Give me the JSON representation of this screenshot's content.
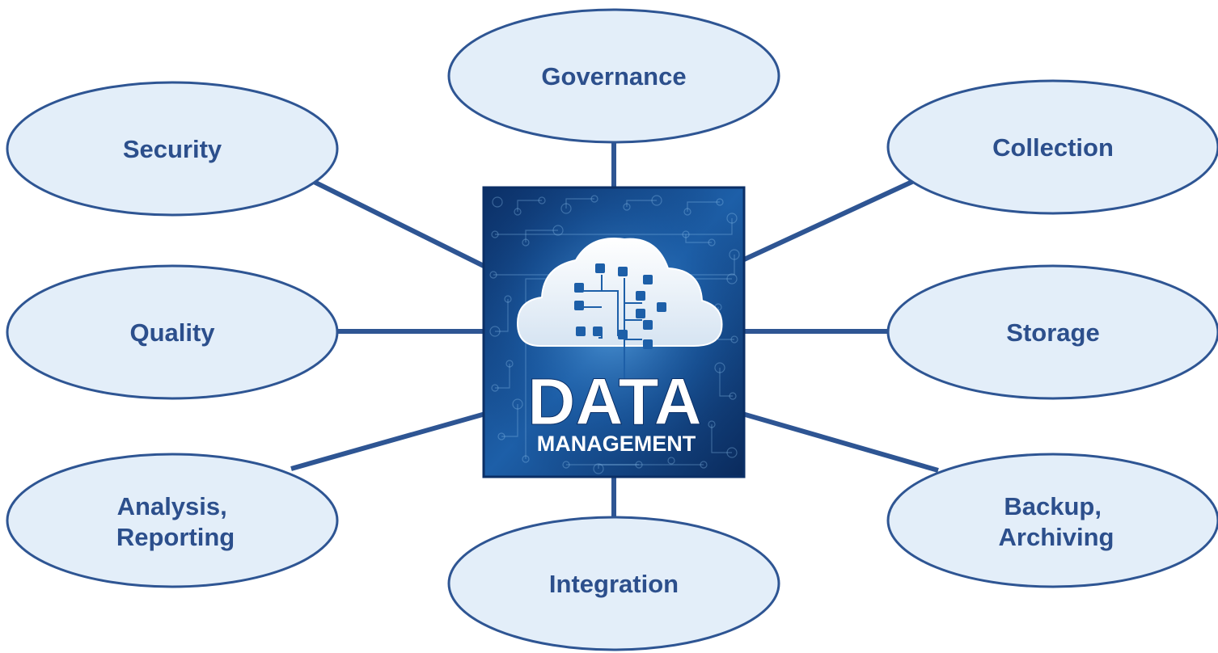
{
  "center": {
    "title": "DATA",
    "subtitle": "MANAGEMENT",
    "image_icon": "cloud-network-icon"
  },
  "nodes": [
    {
      "id": "governance",
      "label_lines": [
        "Governance"
      ]
    },
    {
      "id": "security",
      "label_lines": [
        "Security"
      ]
    },
    {
      "id": "collection",
      "label_lines": [
        "Collection"
      ]
    },
    {
      "id": "quality",
      "label_lines": [
        "Quality"
      ]
    },
    {
      "id": "storage",
      "label_lines": [
        "Storage"
      ]
    },
    {
      "id": "analysis-reporting",
      "label_lines": [
        "Analysis,",
        "Reporting"
      ]
    },
    {
      "id": "backup-archiving",
      "label_lines": [
        "Backup,",
        "Archiving"
      ]
    },
    {
      "id": "integration",
      "label_lines": [
        "Integration"
      ]
    }
  ],
  "colors": {
    "ellipse_fill": "#E3EEF9",
    "ellipse_stroke": "#2E5593",
    "connector": "#2E5593",
    "label_text": "#2C4F8C",
    "center_dark": "#0B2F66",
    "center_mid": "#1D5FA8",
    "center_light": "#5BA3E0"
  }
}
